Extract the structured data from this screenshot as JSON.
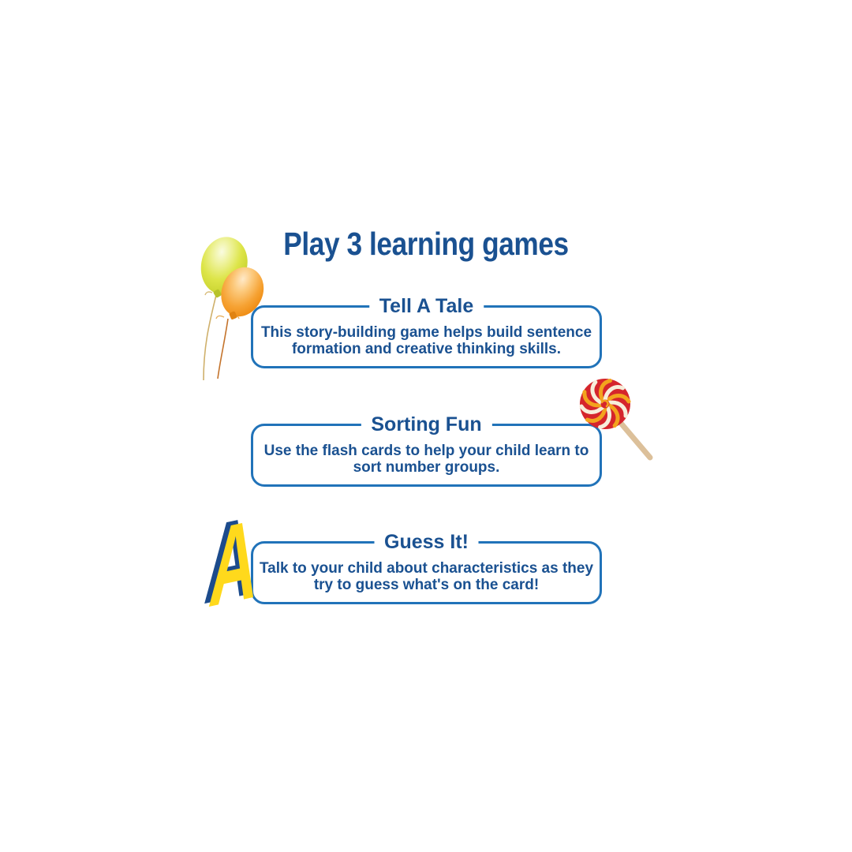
{
  "page": {
    "title": "Play 3 learning games"
  },
  "games": [
    {
      "name": "Tell A Tale",
      "description": "This story-building game helps build sentence formation and creative thinking skills.",
      "lines": [
        "This story-building game helps build sentence",
        "formation and creative thinking skills."
      ]
    },
    {
      "name": "Sorting Fun",
      "description": "Use the flash cards to help your child learn to sort number groups.",
      "lines": [
        "Use the flash cards to help your child learn to",
        "sort number groups."
      ]
    },
    {
      "name": "Guess It!",
      "description": "Talk to your child about characteristics as they try to guess what's on the card!",
      "lines": [
        "Talk to your child about characteristics as they",
        "try to guess what's on the card!"
      ]
    }
  ],
  "decorations": {
    "balloons": "balloons-illustration",
    "lollipop": "lollipop-illustration",
    "letter_a": "A"
  },
  "colors": {
    "text_navy": "#1a5191",
    "box_border_blue": "#2173b9",
    "background": "#ffffff",
    "balloon_yellow_green": "#dde549",
    "balloon_orange": "#f6a233",
    "lollipop_red": "#d5252c",
    "lollipop_yellow": "#f3a31d",
    "lollipop_cream": "#f7eedb",
    "lollipop_stick_tan": "#dcc09a",
    "letter_a_yellow": "#ffd91c",
    "letter_a_shadow_navy": "#1c4b8c"
  }
}
